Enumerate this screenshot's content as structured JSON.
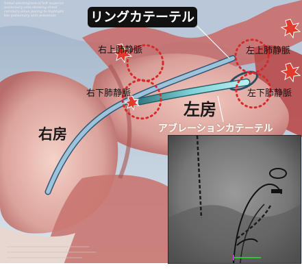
{
  "callout": {
    "text": "リングカテーテル"
  },
  "labels": {
    "right_superior": "右上肺静脈",
    "left_superior": "左上肺静脈",
    "right_inferior": "右下肺静脈",
    "left_inferior": "左下肺静脈",
    "left_atrium": "左房",
    "right_atrium": "右房",
    "ablation_catheter": "アブレーションカテーテル"
  },
  "note": {
    "line1": "Initial electrogram of left superior",
    "line2": "pulmonary vein showing distal",
    "line3": "coronary sinus pacing to highlight",
    "line4": "the pulmonary vein potentials"
  },
  "colors": {
    "heart_pink": "#d9a3a0",
    "atrium_red": "#c45a58",
    "ring_catheter": "#8fb6cf",
    "ablation_catheter": "#6fc2c8",
    "ablation_target": "#d42a2a",
    "sky": "#c8d6e6"
  }
}
